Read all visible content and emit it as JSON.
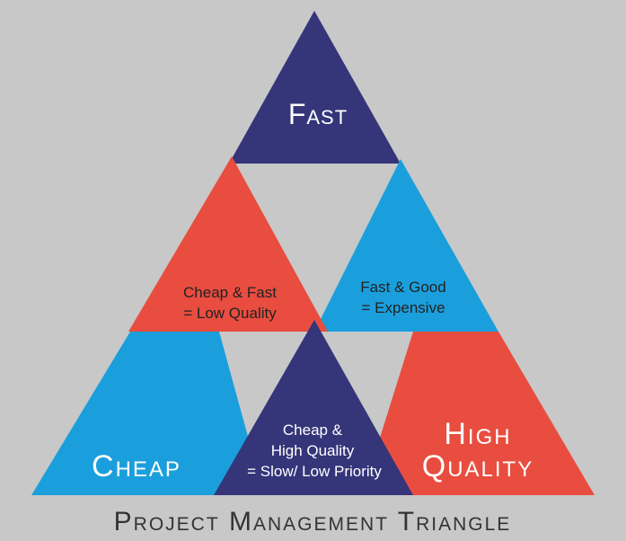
{
  "colors": {
    "background": "#c8c8c8",
    "navy": "#35357a",
    "red": "#e84d3f",
    "blue": "#1b9fdc"
  },
  "segments": {
    "fast": {
      "label": "Fast"
    },
    "cheap": {
      "label": "Cheap"
    },
    "high_quality": {
      "line1": "High",
      "line2": "Quality"
    },
    "cheap_fast": {
      "line1": "Cheap & Fast",
      "line2": "= Low Quality"
    },
    "fast_good": {
      "line1": "Fast & Good",
      "line2": "= Expensive"
    },
    "cheap_quality": {
      "line1": "Cheap &",
      "line2": "High Quality",
      "line3": "= Slow/ Low Priority"
    }
  },
  "caption": "Project Management Triangle"
}
